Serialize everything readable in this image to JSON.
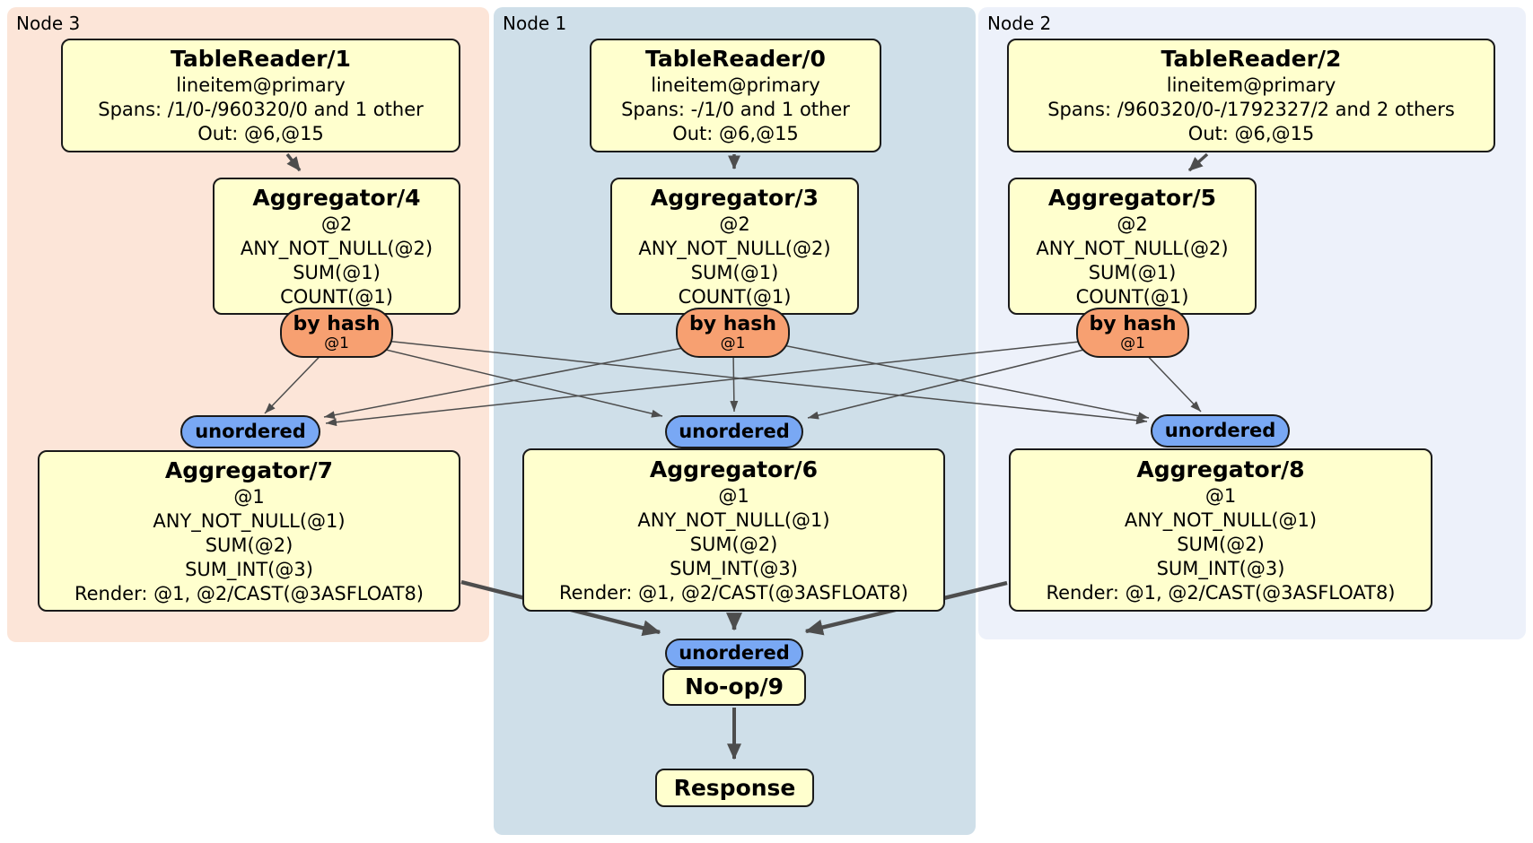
{
  "colors": {
    "node3_region": "#fce5d8",
    "node1_region": "#cfdfe9",
    "node2_region": "#edf1fa",
    "processor_box_fill": "#ffffce",
    "router_oval_fill": "#f7a071",
    "stream_oval_fill": "#79a8f4",
    "edge": "#4d4d4d"
  },
  "node3": {
    "label": "Node 3",
    "table_reader": {
      "title": "TableReader/1",
      "rows": [
        "lineitem@primary",
        "Spans: /1/0-/960320/0 and 1 other",
        "Out: @6,@15"
      ]
    },
    "aggregator_top": {
      "title": "Aggregator/4",
      "rows": [
        "@2",
        "ANY_NOT_NULL(@2)",
        "SUM(@1)",
        "COUNT(@1)"
      ]
    },
    "router": {
      "label": "by hash",
      "detail": "@1"
    },
    "stream": {
      "label": "unordered"
    },
    "aggregator_bottom": {
      "title": "Aggregator/7",
      "rows": [
        "@1",
        "ANY_NOT_NULL(@1)",
        "SUM(@2)",
        "SUM_INT(@3)",
        "Render: @1, @2/CAST(@3ASFLOAT8)"
      ]
    }
  },
  "node1": {
    "label": "Node 1",
    "table_reader": {
      "title": "TableReader/0",
      "rows": [
        "lineitem@primary",
        "Spans: -/1/0 and 1 other",
        "Out: @6,@15"
      ]
    },
    "aggregator_top": {
      "title": "Aggregator/3",
      "rows": [
        "@2",
        "ANY_NOT_NULL(@2)",
        "SUM(@1)",
        "COUNT(@1)"
      ]
    },
    "router": {
      "label": "by hash",
      "detail": "@1"
    },
    "stream": {
      "label": "unordered"
    },
    "aggregator_bottom": {
      "title": "Aggregator/6",
      "rows": [
        "@1",
        "ANY_NOT_NULL(@1)",
        "SUM(@2)",
        "SUM_INT(@3)",
        "Render: @1, @2/CAST(@3ASFLOAT8)"
      ]
    },
    "final_stream": {
      "label": "unordered"
    },
    "noop": {
      "title": "No-op/9"
    },
    "response": {
      "title": "Response"
    }
  },
  "node2": {
    "label": "Node 2",
    "table_reader": {
      "title": "TableReader/2",
      "rows": [
        "lineitem@primary",
        "Spans: /960320/0-/1792327/2 and 2 others",
        "Out: @6,@15"
      ]
    },
    "aggregator_top": {
      "title": "Aggregator/5",
      "rows": [
        "@2",
        "ANY_NOT_NULL(@2)",
        "SUM(@1)",
        "COUNT(@1)"
      ]
    },
    "router": {
      "label": "by hash",
      "detail": "@1"
    },
    "stream": {
      "label": "unordered"
    },
    "aggregator_bottom": {
      "title": "Aggregator/8",
      "rows": [
        "@1",
        "ANY_NOT_NULL(@1)",
        "SUM(@2)",
        "SUM_INT(@3)",
        "Render: @1, @2/CAST(@3ASFLOAT8)"
      ]
    }
  }
}
